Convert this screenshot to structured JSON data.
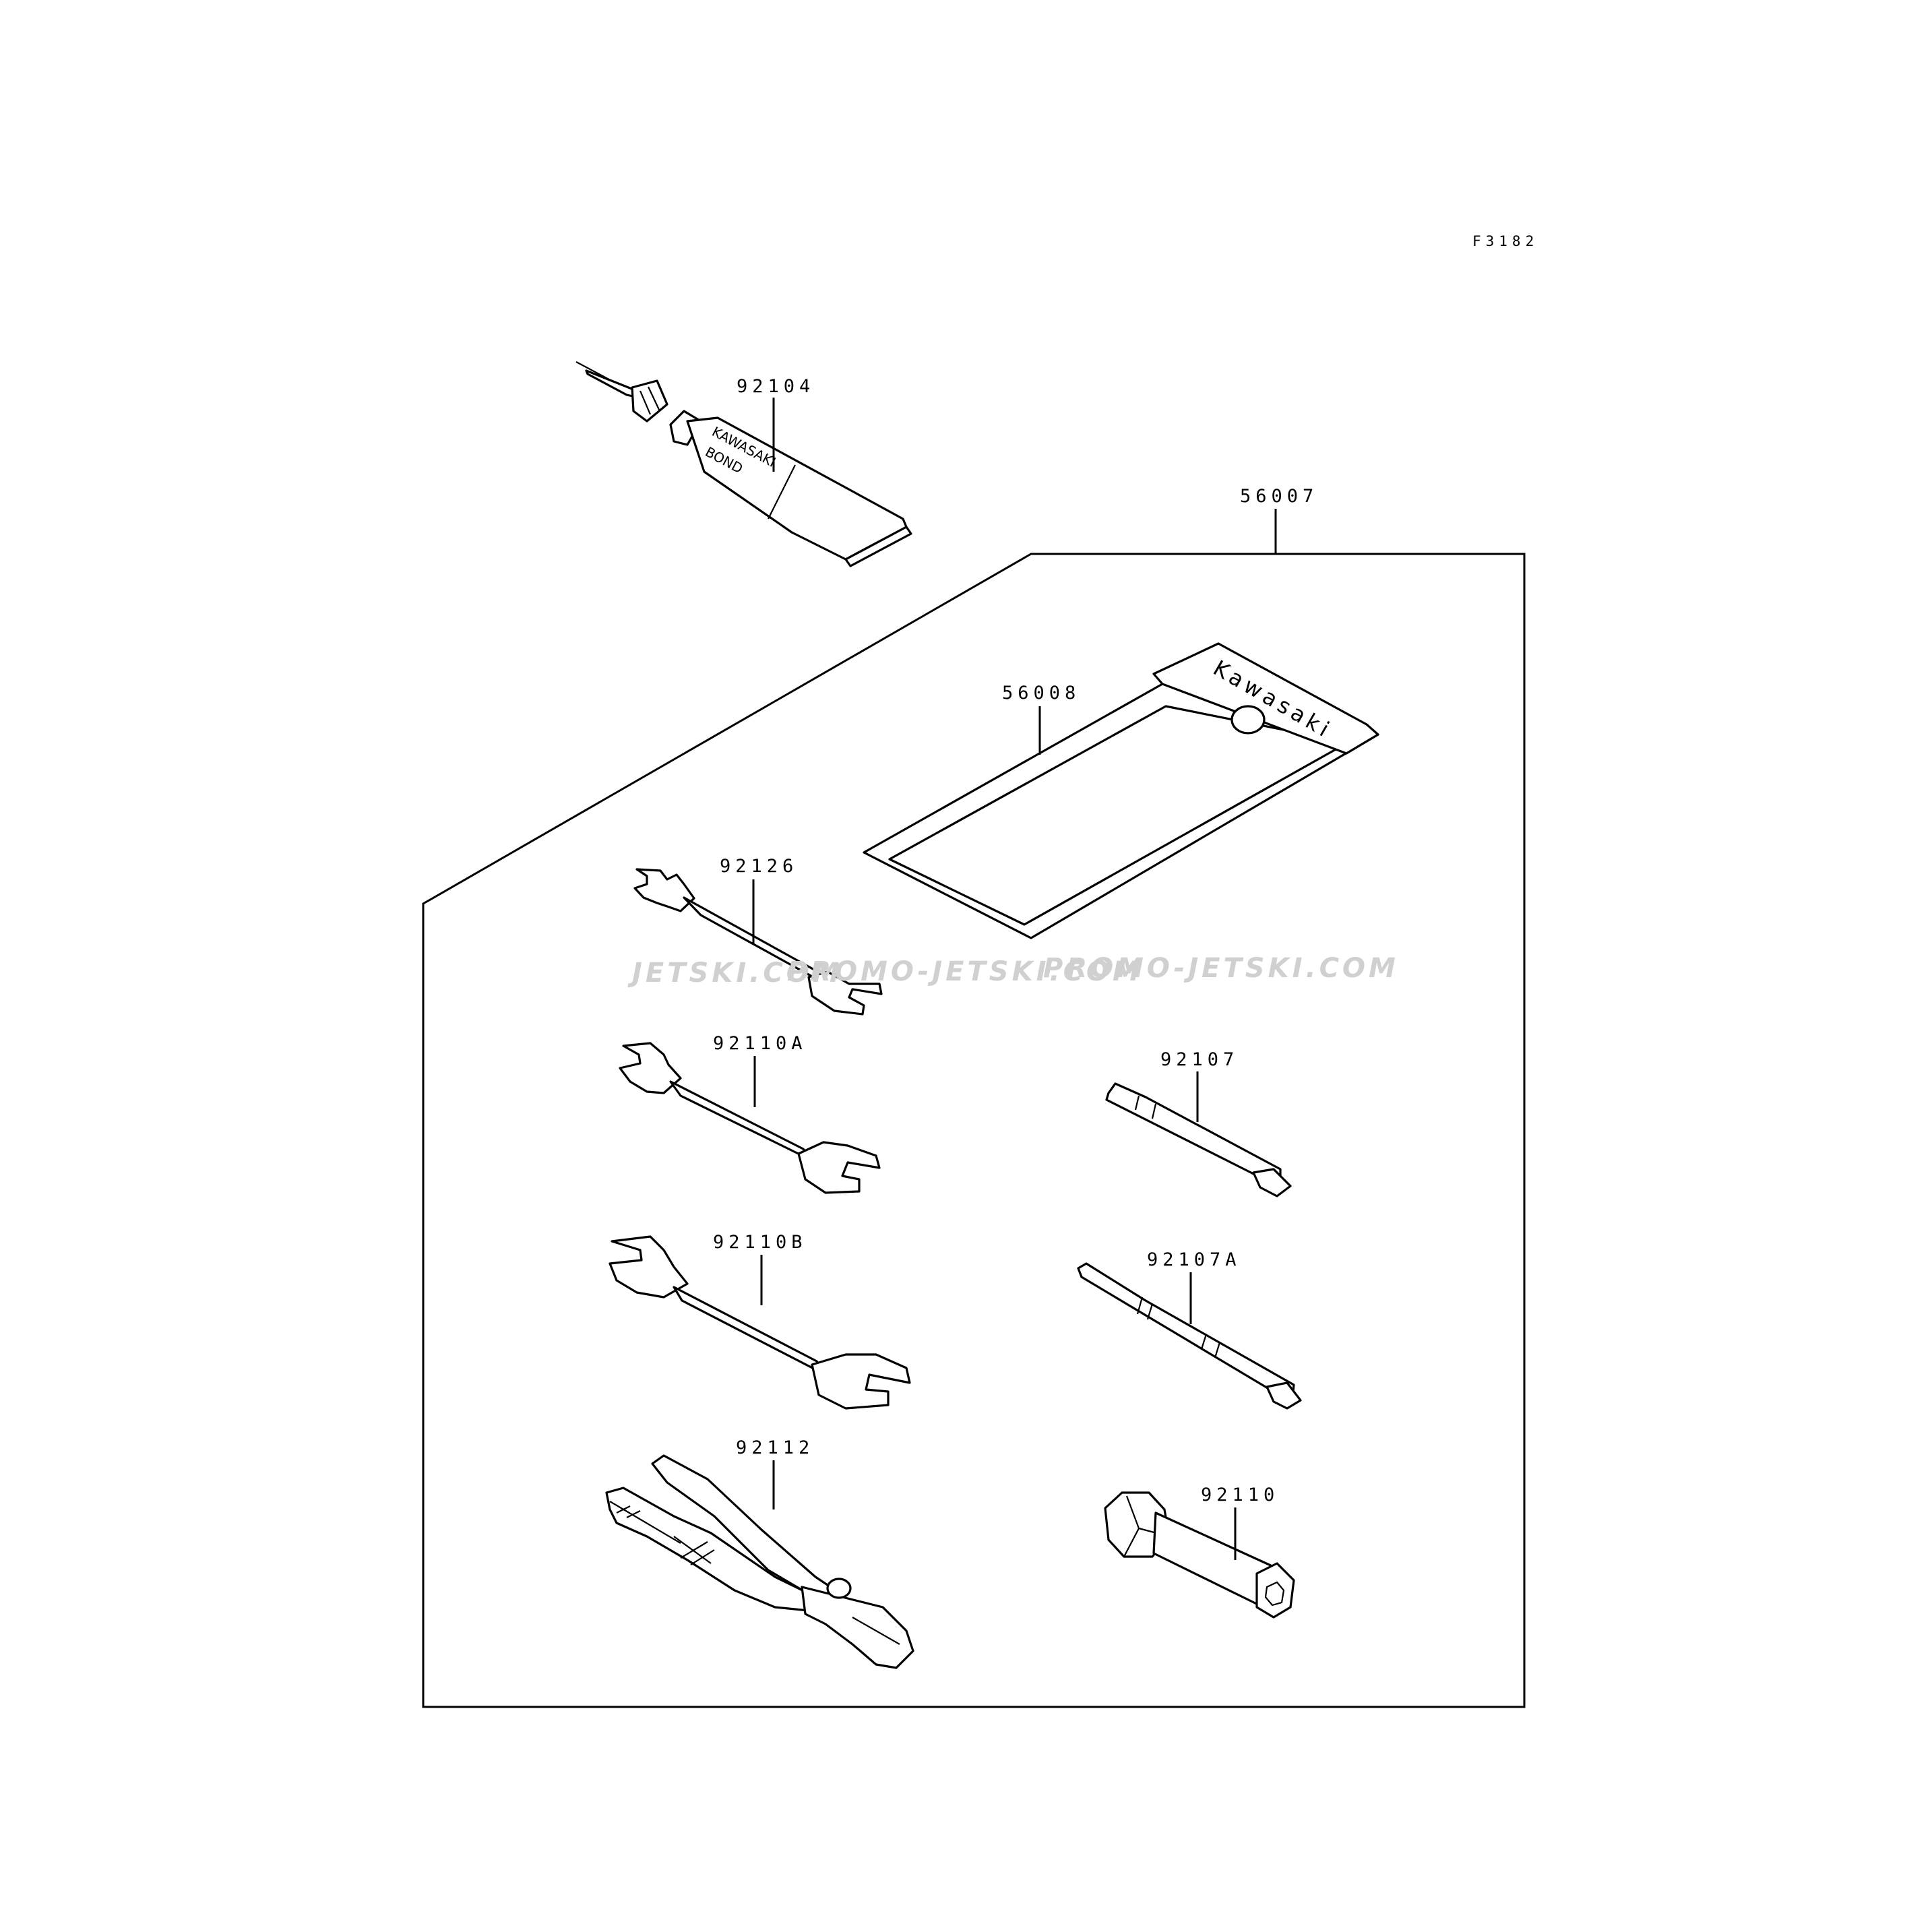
{
  "figure_code": "F3182",
  "watermark": {
    "left": "JETSKI.COM",
    "middle": "PROMO-JETSKI.COM",
    "right": "PROMO-JETSKI.COM"
  },
  "tube_text": {
    "line1": "KAWASAKI",
    "line2": "BOND"
  },
  "case_text": "Kawasaki",
  "parts": [
    {
      "id": "bond",
      "number": "92104"
    },
    {
      "id": "tool-kit",
      "number": "56007"
    },
    {
      "id": "case",
      "number": "56008"
    },
    {
      "id": "wrench-small",
      "number": "92126"
    },
    {
      "id": "wrench-a",
      "number": "92110A"
    },
    {
      "id": "wrench-b",
      "number": "92110B"
    },
    {
      "id": "pliers",
      "number": "92112"
    },
    {
      "id": "screwdriver",
      "number": "92107"
    },
    {
      "id": "screwdriver-a",
      "number": "92107A"
    },
    {
      "id": "socket",
      "number": "92110"
    }
  ]
}
